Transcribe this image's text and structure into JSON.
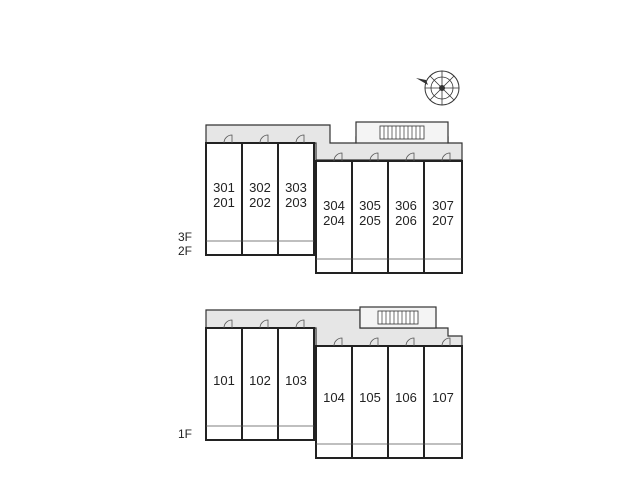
{
  "upper_block": {
    "floor_labels": [
      "3F",
      "2F"
    ],
    "rooms": [
      {
        "top": "301",
        "bottom": "201"
      },
      {
        "top": "302",
        "bottom": "202"
      },
      {
        "top": "303",
        "bottom": "203"
      },
      {
        "top": "304",
        "bottom": "204"
      },
      {
        "top": "305",
        "bottom": "205"
      },
      {
        "top": "306",
        "bottom": "206"
      },
      {
        "top": "307",
        "bottom": "207"
      }
    ]
  },
  "lower_block": {
    "floor_labels": [
      "1F"
    ],
    "rooms": [
      {
        "top": "101"
      },
      {
        "top": "102"
      },
      {
        "top": "103"
      },
      {
        "top": "104"
      },
      {
        "top": "105"
      },
      {
        "top": "106"
      },
      {
        "top": "107"
      }
    ]
  },
  "compass": {
    "icon": "compass-icon"
  }
}
